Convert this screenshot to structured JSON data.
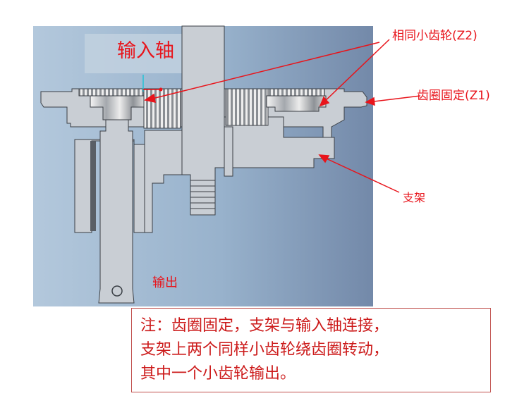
{
  "labels": {
    "input_shaft": "输入轴",
    "same_small_gears": "相同小齿轮(Z2)",
    "ring_fixed": "齿圈固定(Z1)",
    "carrier": "支架",
    "output": "输出"
  },
  "note": {
    "lines": [
      "注：齿圈固定，支架与输入轴连接，",
      "支架上两个同样小齿轮绕齿圈转动，",
      "其中一个小齿轮输出。"
    ]
  },
  "colors": {
    "annotation": "#e8141b",
    "note_text": "#cc1a1a",
    "note_border": "#c0504d",
    "background_left": "#a9c1d8",
    "background_right": "#7990af",
    "part_fill": "#c9ced4",
    "part_edge": "#3a3f45"
  }
}
